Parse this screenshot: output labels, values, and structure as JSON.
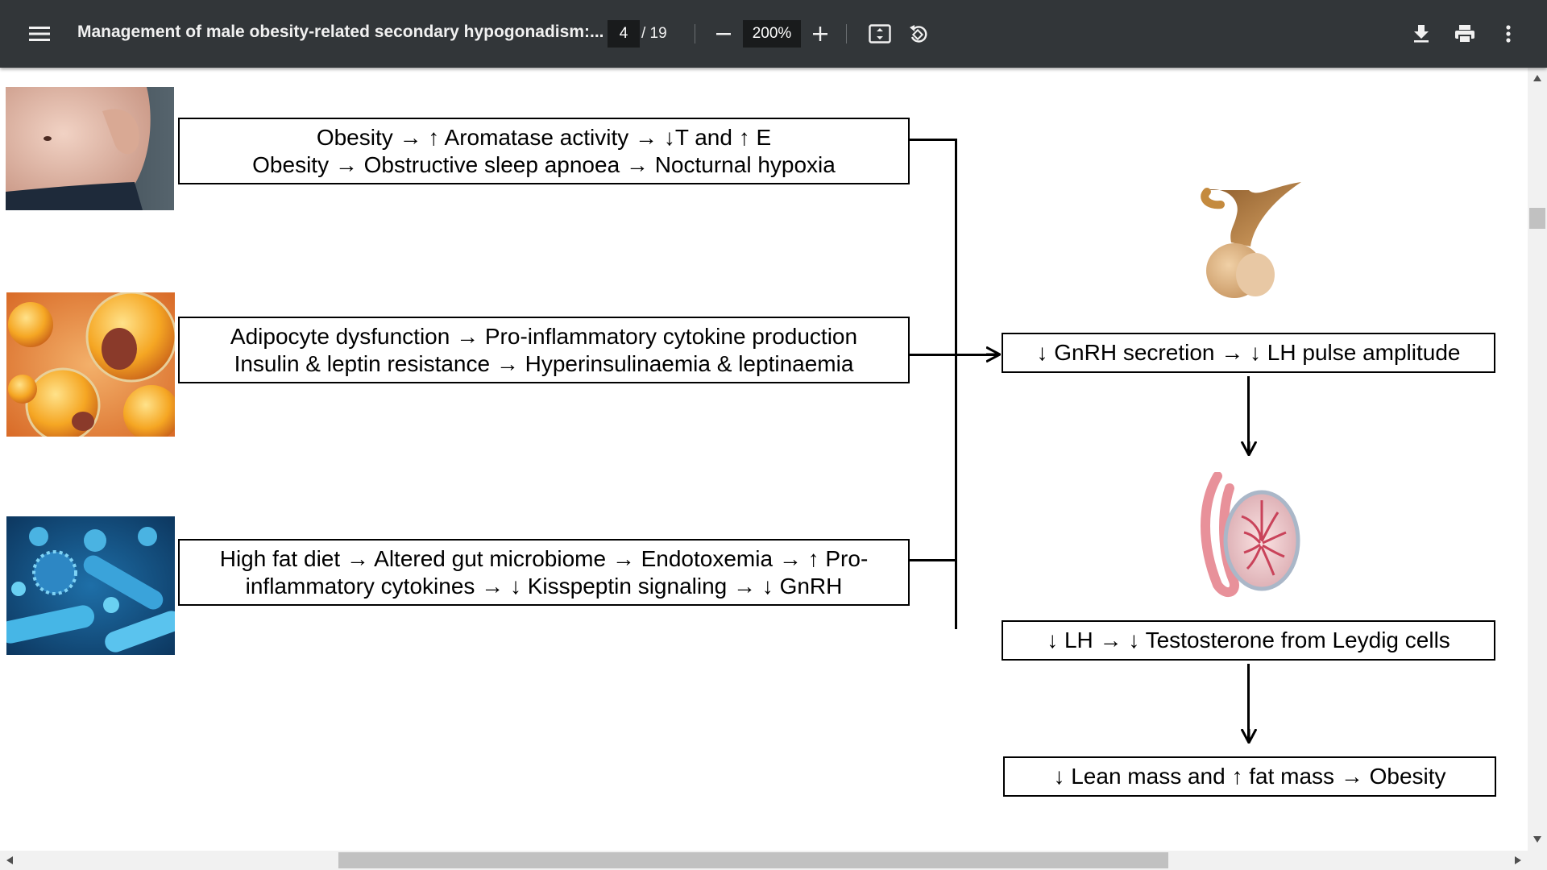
{
  "toolbar": {
    "title": "Management of male obesity-related secondary hypogonadism:...",
    "page_current": "4",
    "page_total": "/ 19",
    "zoom": "200%",
    "icons": [
      "menu-icon",
      "minus-icon",
      "plus-icon",
      "fit-page-icon",
      "rotate-icon",
      "download-icon",
      "print-icon",
      "more-vertical-icon"
    ]
  },
  "diagram": {
    "box1": {
      "line1": "Obesity → ↑ Aromatase activity → ↓T and ↑ E",
      "line2": "Obesity → Obstructive sleep apnoea → Nocturnal hypoxia"
    },
    "box2": {
      "line1": "Adipocyte dysfunction → Pro-inflammatory cytokine production",
      "line2": "Insulin & leptin resistance → Hyperinsulinaemia & leptinaemia"
    },
    "box3": {
      "line1": "High fat diet → Altered gut microbiome → Endotoxemia → ↑ Pro-",
      "line2": "inflammatory cytokines → ↓ Kisspeptin signaling → ↓ GnRH"
    },
    "box_gnrh": "↓ GnRH secretion → ↓ LH pulse amplitude",
    "box_lh": "↓ LH → ↓ Testosterone from Leydig cells",
    "box_obesity": "↓ Lean mass and ↑ fat mass → Obesity"
  },
  "colors": {
    "toolbar": "#323639",
    "field": "#191b1c",
    "scroll_track": "#f1f1f1",
    "scroll_thumb": "#c1c1c1"
  }
}
